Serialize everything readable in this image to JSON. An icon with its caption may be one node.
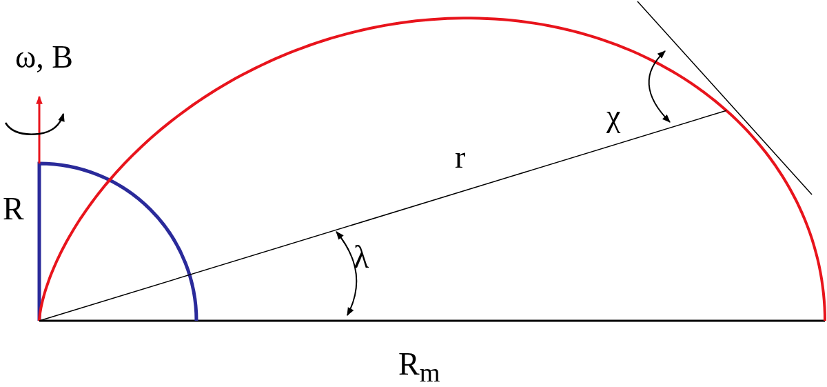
{
  "diagram": {
    "labels": [
      "ω, B",
      "χ",
      "r",
      "R",
      "λ",
      "R$_{m}$"
    ]
  }
}
